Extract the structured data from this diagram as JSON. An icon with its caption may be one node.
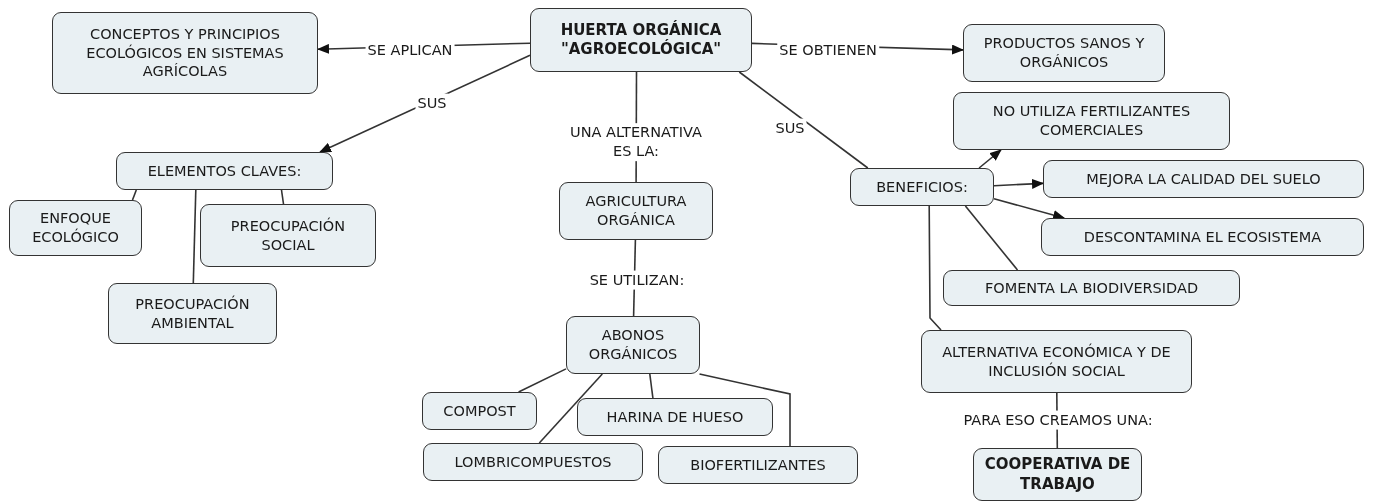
{
  "diagram": {
    "nodes": [
      {
        "text": [
          "HUERTA ORGÁNICA \"AGROECOLÓGICA\""
        ]
      },
      {
        "text": [
          "CONCEPTOS Y PRINCIPIOS ECOLÓGICOS EN SISTEMAS AGRÍCOLAS"
        ]
      },
      {
        "text": [
          "PRODUCTOS SANOS Y ORGÁNICOS"
        ]
      },
      {
        "text": [
          "ELEMENTOS CLAVES:"
        ]
      },
      {
        "text": [
          "ENFOQUE ECOLÓGICO"
        ]
      },
      {
        "text": [
          "PREOCUPACIÓN SOCIAL"
        ]
      },
      {
        "text": [
          "PREOCUPACIÓN AMBIENTAL"
        ]
      },
      {
        "text": [
          "AGRICULTURA ORGÁNICA"
        ]
      },
      {
        "text": [
          "ABONOS ORGÁNICOS"
        ]
      },
      {
        "text": [
          "COMPOST"
        ]
      },
      {
        "text": [
          "HARINA DE HUESO"
        ]
      },
      {
        "text": [
          "LOMBRICOMPUESTOS"
        ]
      },
      {
        "text": [
          "BIOFERTILIZANTES"
        ]
      },
      {
        "text": [
          "NO UTILIZA FERTILIZANTES COMERCIALES"
        ]
      },
      {
        "text": [
          "BENEFICIOS:"
        ]
      },
      {
        "text": [
          "MEJORA LA CALIDAD DEL SUELO"
        ]
      },
      {
        "text": [
          "DESCONTAMINA EL ECOSISTEMA"
        ]
      },
      {
        "text": [
          "FOMENTA LA BIODIVERSIDAD"
        ]
      },
      {
        "text": [
          "ALTERNATIVA ECONÓMICA Y DE INCLUSIÓN SOCIAL"
        ]
      },
      {
        "text": [
          "COOPERATIVA DE TRABAJO"
        ]
      }
    ],
    "edges": [
      {
        "from": 0,
        "to": 1,
        "arrow": "to",
        "label": "SE APLICAN"
      },
      {
        "from": 0,
        "to": 2,
        "arrow": "to",
        "label": "SE OBTIENEN"
      },
      {
        "from": 0,
        "to": 3,
        "arrow": "to",
        "label": "SUS"
      },
      {
        "from": 0,
        "to": 7,
        "arrow": "none",
        "label": "UNA ALTERNATIVA ES LA:"
      },
      {
        "from": 0,
        "to": 14,
        "arrow": "none",
        "label": "SUS"
      },
      {
        "from": 7,
        "to": 8,
        "arrow": "none",
        "label": "SE UTILIZAN:"
      },
      {
        "from": 8,
        "to": 9,
        "arrow": "none"
      },
      {
        "from": 8,
        "to": 11,
        "arrow": "none"
      },
      {
        "from": 8,
        "to": 10,
        "arrow": "none"
      },
      {
        "from": 8,
        "to": 12,
        "arrow": "none"
      },
      {
        "from": 3,
        "to": 4,
        "arrow": "none"
      },
      {
        "from": 3,
        "to": 6,
        "arrow": "none"
      },
      {
        "from": 3,
        "to": 5,
        "arrow": "none"
      },
      {
        "from": 14,
        "to": 13,
        "arrow": "to"
      },
      {
        "from": 14,
        "to": 15,
        "arrow": "to"
      },
      {
        "from": 14,
        "to": 16,
        "arrow": "to"
      },
      {
        "from": 14,
        "to": 17,
        "arrow": "none"
      },
      {
        "from": 14,
        "to": 18,
        "arrow": "none"
      },
      {
        "from": 18,
        "to": 19,
        "arrow": "none",
        "label": "PARA ESO CREAMOS UNA:"
      }
    ]
  }
}
